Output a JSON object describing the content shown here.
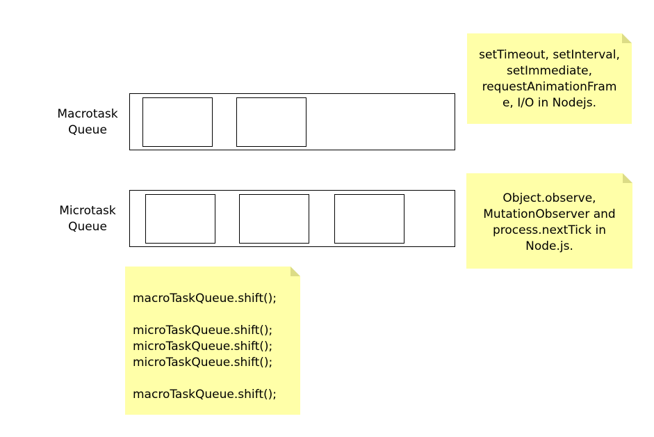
{
  "labels": {
    "macrotask_queue": "Macrotask\nQueue",
    "microtask_queue": "Microtask\nQueue"
  },
  "notes": {
    "macrotask_sources": "setTimeout, setInterval,\nsetImmediate,\nrequestAnimationFram\ne, I/O in Nodejs.",
    "microtask_sources": "Object.observe,\nMutationObserver and\nprocess.nextTick in\nNode.js.",
    "execution_order": "macroTaskQueue.shift();\n\nmicroTaskQueue.shift();\nmicroTaskQueue.shift();\nmicroTaskQueue.shift();\n\nmacroTaskQueue.shift();"
  },
  "colors": {
    "note_background": "#ffffa8",
    "note_fold": "#dcdc86",
    "stroke": "#000000"
  }
}
